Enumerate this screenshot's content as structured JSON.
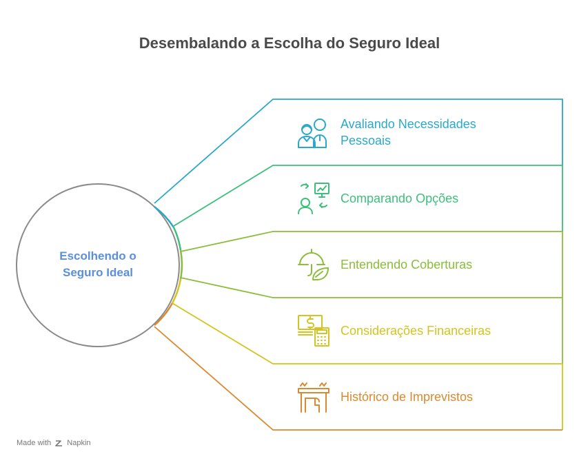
{
  "title": "Desembalando a Escolha do Seguro Ideal",
  "center": {
    "label_line1": "Escolhendo o",
    "label_line2": "Seguro Ideal",
    "color": "#5b8fdc"
  },
  "items": [
    {
      "label_line1": "Avaliando Necessidades",
      "label_line2": "Pessoais",
      "color": "#2aa8c9",
      "icon": "people-icon"
    },
    {
      "label_line1": "Comparando Opções",
      "label_line2": "",
      "color": "#3cbf7a",
      "icon": "compare-options-icon"
    },
    {
      "label_line1": "Entendendo Coberturas",
      "label_line2": "",
      "color": "#8abd3a",
      "icon": "coverage-leaf-icon"
    },
    {
      "label_line1": "Considerações Financeiras",
      "label_line2": "",
      "color": "#d3c41f",
      "icon": "money-calculator-icon"
    },
    {
      "label_line1": "Histórico de Imprevistos",
      "label_line2": "",
      "color": "#d98a30",
      "icon": "incident-history-icon"
    }
  ],
  "footer": {
    "made_with": "Made with",
    "brand": "Napkin"
  }
}
